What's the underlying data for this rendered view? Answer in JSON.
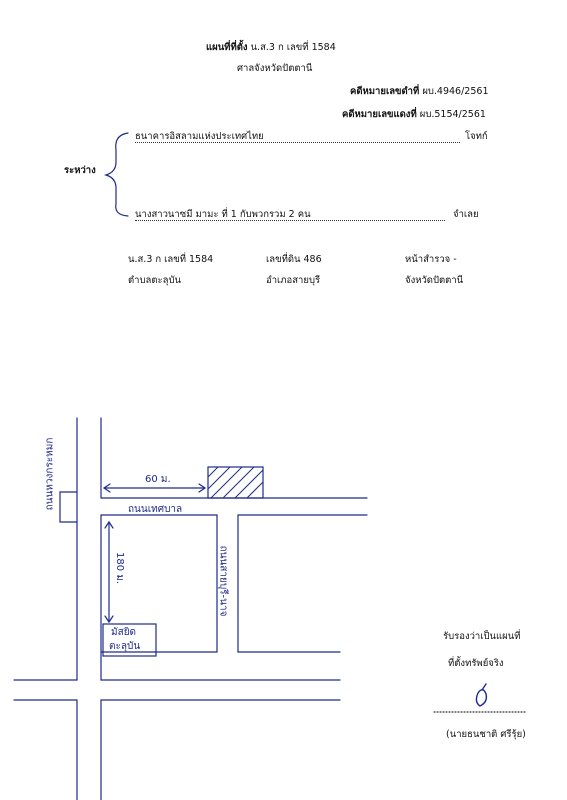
{
  "header": {
    "title_bold": "แผนที่ที่ตั้ง",
    "title_rest": "น.ส.3 ก เลขที่  1584",
    "court": "ศาลจังหวัดปัตตานี",
    "black_case_label": "คดีหมายเลขดำที่",
    "black_case_no": "ผบ.4946/2561",
    "red_case_label": "คดีหมายเลขแดงที่",
    "red_case_no": "ผบ.5154/2561"
  },
  "parties": {
    "between_label": "ระหว่าง",
    "plaintiff": "ธนาคารอิสลามแห่งประเทศไทย",
    "plaintiff_role": "โจทก์",
    "defendant": "นางสาวนาซมี  มามะ  ที่ 1 กับพวกรวม 2 คน",
    "defendant_role": "จำเลย"
  },
  "property": {
    "title_deed": "น.ส.3 ก  เลขที่ 1584",
    "land_no": "เลขที่ดิน 486",
    "survey_page": "หน้าสำรวจ  -",
    "subdistrict": "ตำบลตะลุบัน",
    "district": "อำเภอสายบุรี",
    "province": "จังหวัดปัตตานี"
  },
  "map": {
    "road_left": "ถนนหวงกระหมก",
    "road_top": "ถนนเทศบาล",
    "road_right": "ถนนสายบุรี-นาจ",
    "distance_horizontal": "60 ม.",
    "distance_vertical": "180 ม.",
    "landmark_line1": "มัสยิด",
    "landmark_line2": "ตะลุบัน"
  },
  "certification": {
    "line1": "รับรองว่าเป็นแผนที่",
    "line2": "ที่ตั้งทรัพย์จริง",
    "signer": "(นายธนชาติ  ศรีรุ้ย)"
  }
}
